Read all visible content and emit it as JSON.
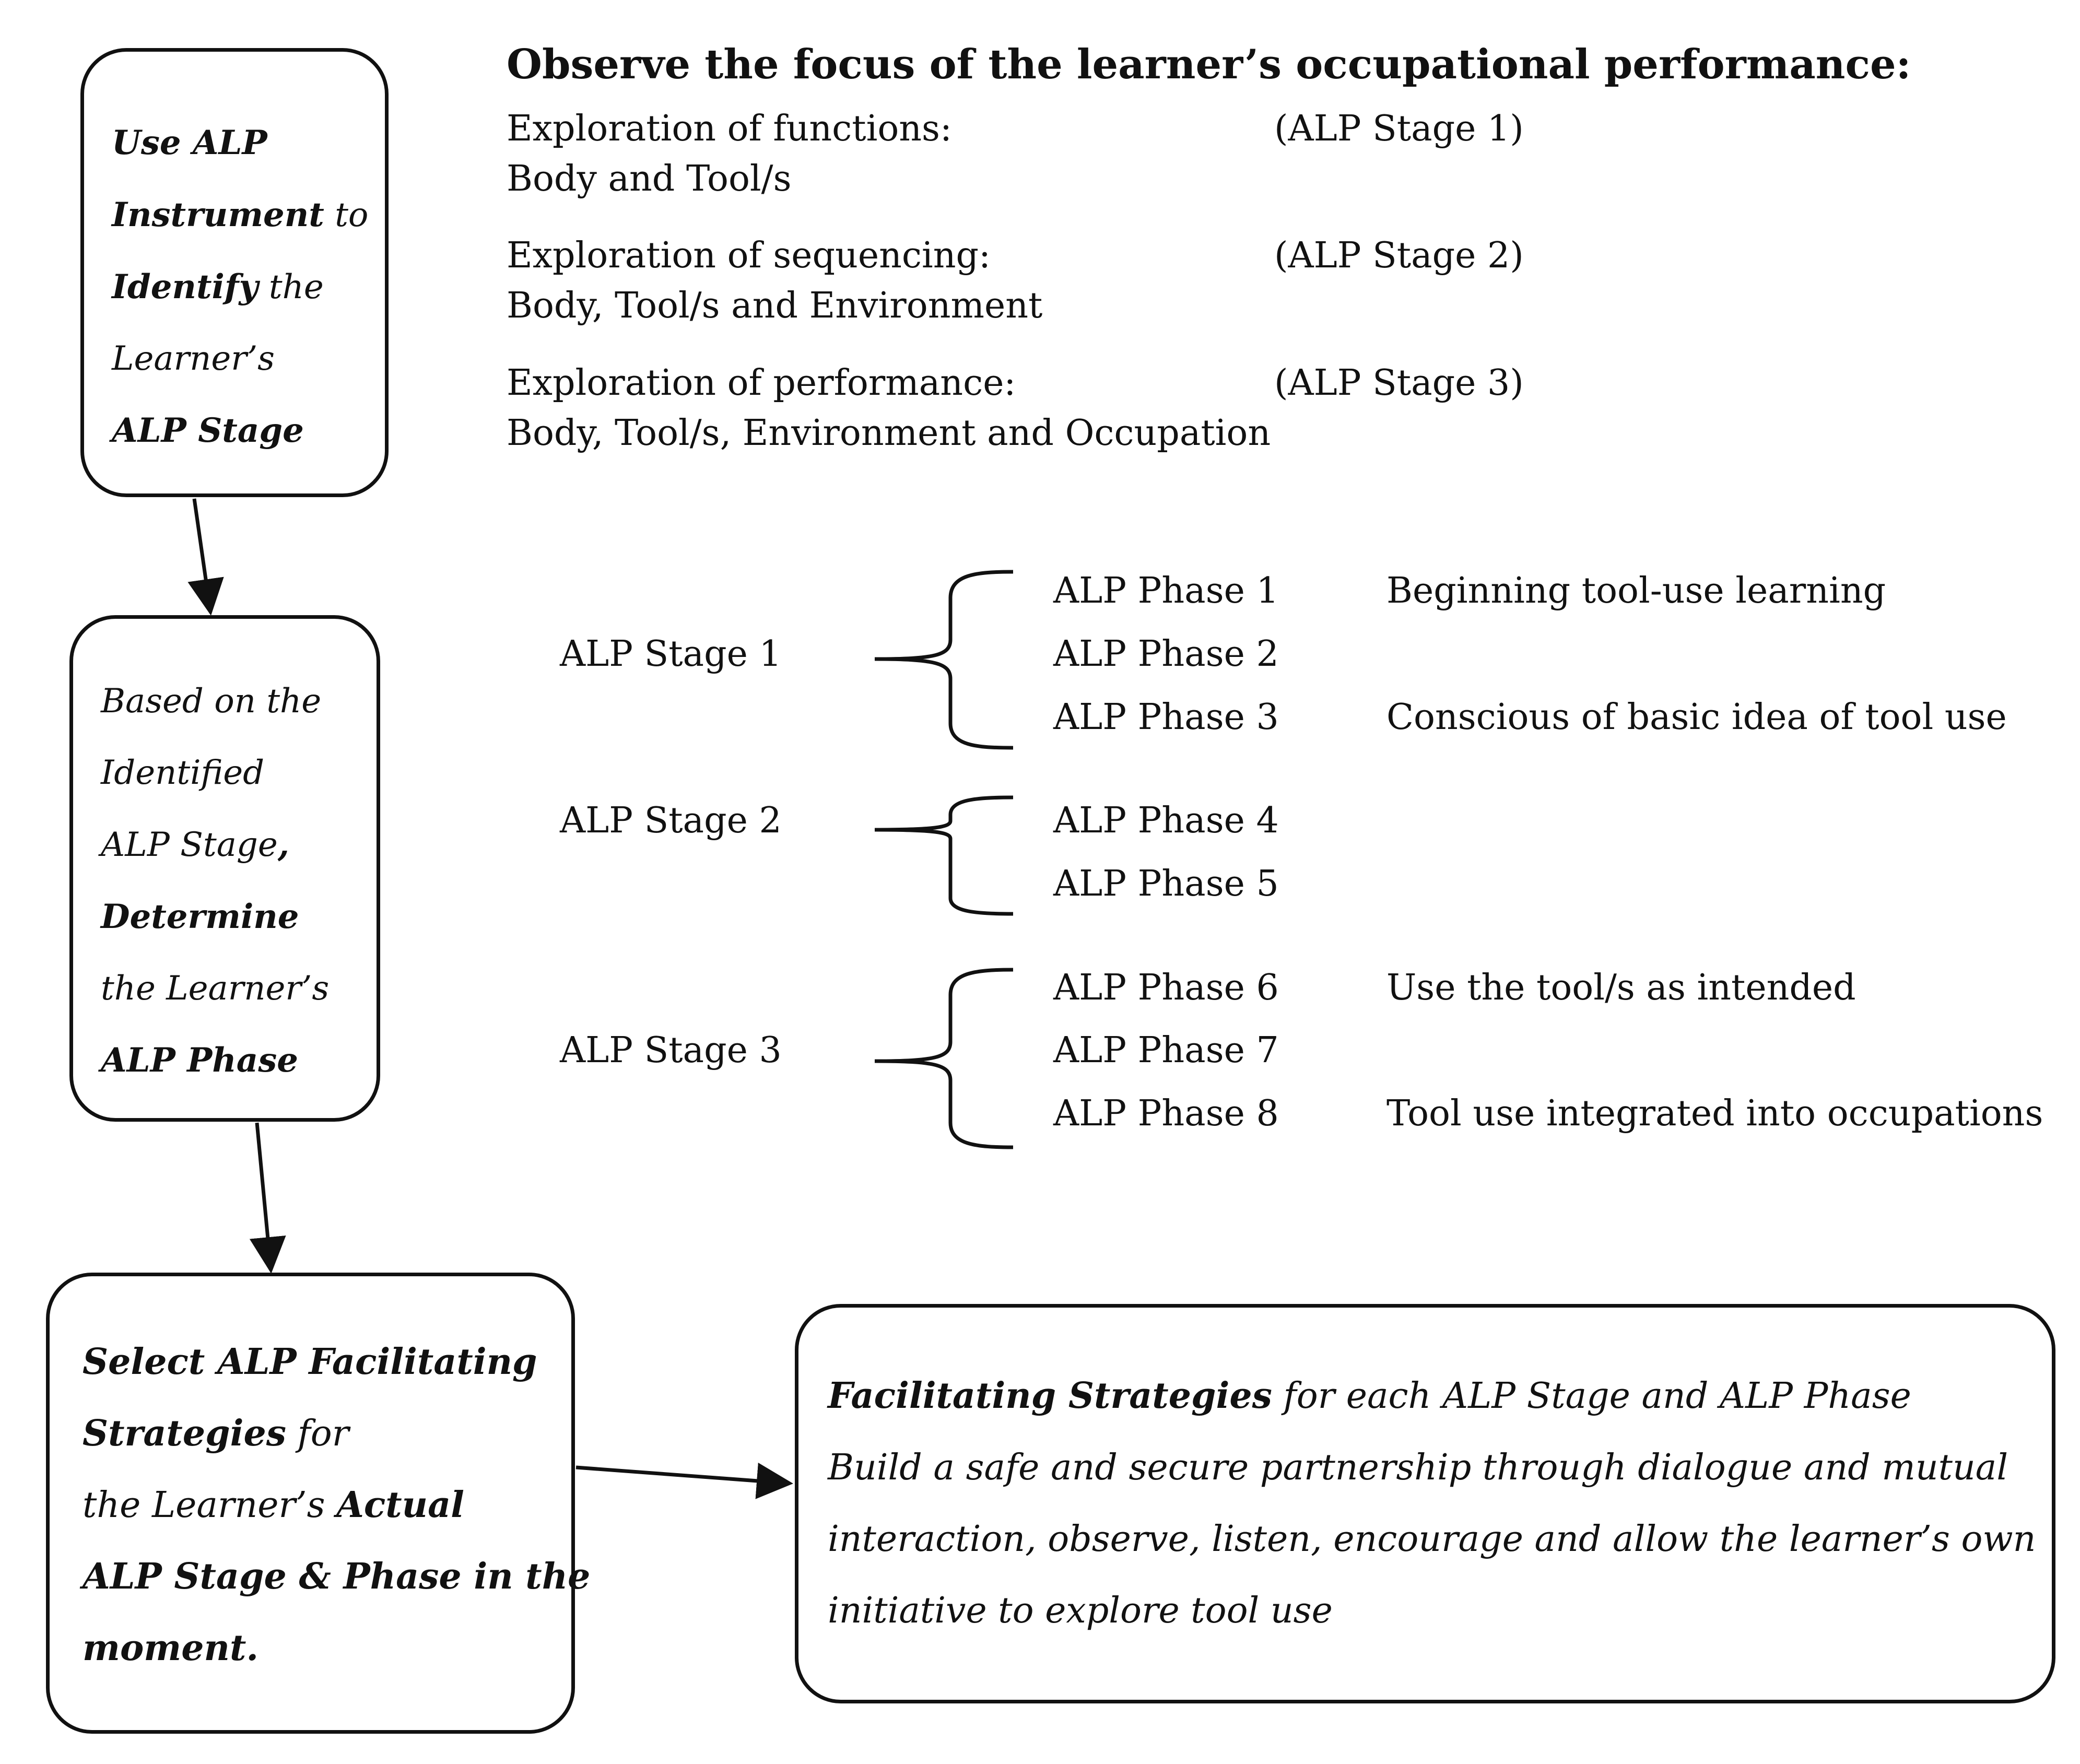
{
  "step1": {
    "lines": [
      [
        {
          "text": "Use ALP",
          "style": "bi"
        }
      ],
      [
        {
          "text": "Instrument",
          "style": "bi"
        },
        {
          "text": " to",
          "style": "it"
        }
      ],
      [
        {
          "text": "Identify",
          "style": "bi"
        },
        {
          "text": " the",
          "style": "it"
        }
      ],
      [
        {
          "text": "Learner’s",
          "style": "it"
        }
      ],
      [
        {
          "text": "ALP Stage",
          "style": "bi"
        }
      ]
    ]
  },
  "step2": {
    "lines": [
      [
        {
          "text": "Based on the",
          "style": "it"
        }
      ],
      [
        {
          "text": "Identified",
          "style": "it"
        }
      ],
      [
        {
          "text": "ALP Stage",
          "style": "it"
        },
        {
          "text": ",",
          "style": "bi"
        }
      ],
      [
        {
          "text": "Determine",
          "style": "bi"
        }
      ],
      [
        {
          "text": "the Learner’s",
          "style": "it"
        }
      ],
      [
        {
          "text": "ALP Phase",
          "style": "bi"
        }
      ]
    ]
  },
  "step3": {
    "lines": [
      [
        {
          "text": "Select ALP Facilitating",
          "style": "bi"
        }
      ],
      [
        {
          "text": "Strategies",
          "style": "bi"
        },
        {
          "text": " for",
          "style": "it"
        }
      ],
      [
        {
          "text": "the Learner’s ",
          "style": "it"
        },
        {
          "text": "Actual",
          "style": "bi"
        }
      ],
      [
        {
          "text": "ALP Stage & Phase in the",
          "style": "bi"
        }
      ],
      [
        {
          "text": "moment.",
          "style": "bi"
        }
      ]
    ]
  },
  "strategies": {
    "lines": [
      [
        {
          "text": "Facilitating Strategies",
          "style": "bi"
        },
        {
          "text": " for each ALP Stage and ALP Phase",
          "style": "it"
        }
      ],
      [
        {
          "text": "Build a safe and secure partnership through dialogue and mutual",
          "style": "it"
        }
      ],
      [
        {
          "text": "interaction, observe, listen, encourage and allow the learner’s own",
          "style": "it"
        }
      ],
      [
        {
          "text": "initiative to explore tool use",
          "style": "it"
        }
      ]
    ]
  },
  "observe": {
    "title": "Observe the focus of the learner’s occupational performance:",
    "items": [
      {
        "label": "Exploration of functions:",
        "detail": "Body and Tool/s",
        "stage": "(ALP Stage 1)"
      },
      {
        "label": "Exploration of sequencing:",
        "detail": "Body, Tool/s and Environment",
        "stage": "(ALP Stage 2)"
      },
      {
        "label": "Exploration of performance:",
        "detail": "Body, Tool/s, Environment and Occupation",
        "stage": "(ALP Stage 3)"
      }
    ]
  },
  "stages": [
    {
      "name": "ALP Stage 1",
      "phases": [
        {
          "name": "ALP Phase 1",
          "desc": "Beginning tool-use learning"
        },
        {
          "name": "ALP Phase 2",
          "desc": ""
        },
        {
          "name": "ALP Phase 3",
          "desc": "Conscious of basic idea of tool use"
        }
      ]
    },
    {
      "name": "ALP Stage 2",
      "phases": [
        {
          "name": "ALP Phase 4",
          "desc": ""
        },
        {
          "name": "ALP Phase 5",
          "desc": ""
        }
      ]
    },
    {
      "name": "ALP Stage 3",
      "phases": [
        {
          "name": "ALP Phase 6",
          "desc": "Use the tool/s as intended"
        },
        {
          "name": "ALP Phase 7",
          "desc": ""
        },
        {
          "name": "ALP Phase 8",
          "desc": "Tool use integrated into occupations"
        }
      ]
    }
  ],
  "colors": {
    "line": "#111111",
    "background": "#ffffff"
  }
}
